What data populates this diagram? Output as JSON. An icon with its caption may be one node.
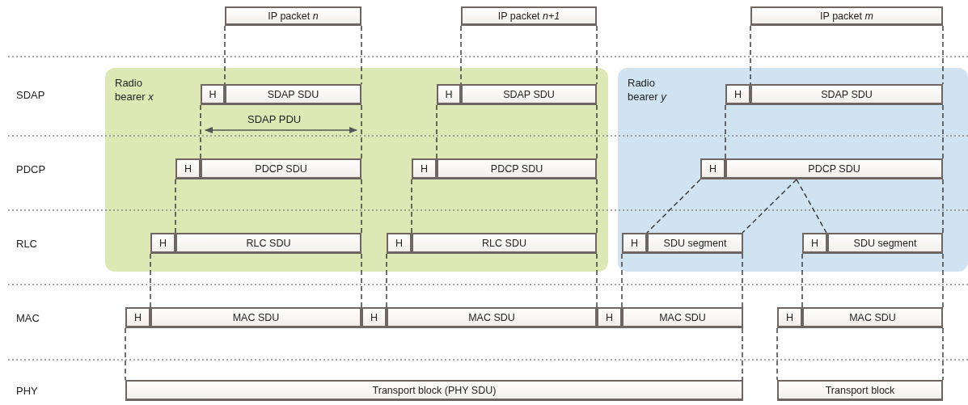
{
  "diagram": {
    "nodes": [
      {
        "text": [
          "IP packet *n*"
        ]
      },
      {
        "text": [
          "IP packet *n+1*"
        ]
      },
      {
        "text": [
          "IP packet *m*"
        ]
      },
      {
        "text": [
          "Radio bearer *x*"
        ]
      },
      {
        "text": [
          "Radio bearer *y*"
        ]
      },
      {
        "text": [
          "H"
        ],
        "in": 3
      },
      {
        "text": [
          "SDAP SDU"
        ],
        "in": 3
      },
      {
        "text": [
          "H"
        ],
        "in": 3
      },
      {
        "text": [
          "SDAP SDU"
        ],
        "in": 3
      },
      {
        "text": [
          "H"
        ],
        "in": 4
      },
      {
        "text": [
          "SDAP SDU"
        ],
        "in": 4
      },
      {
        "text": [
          "H"
        ],
        "in": 3
      },
      {
        "text": [
          "PDCP SDU"
        ],
        "in": 3
      },
      {
        "text": [
          "H"
        ],
        "in": 3
      },
      {
        "text": [
          "PDCP SDU"
        ],
        "in": 3
      },
      {
        "text": [
          "H"
        ],
        "in": 4
      },
      {
        "text": [
          "PDCP SDU"
        ],
        "in": 4
      },
      {
        "text": [
          "H"
        ],
        "in": 3
      },
      {
        "text": [
          "RLC SDU"
        ],
        "in": 3
      },
      {
        "text": [
          "H"
        ],
        "in": 3
      },
      {
        "text": [
          "RLC SDU"
        ],
        "in": 3
      },
      {
        "text": [
          "H"
        ],
        "in": 4
      },
      {
        "text": [
          "SDU segment"
        ],
        "in": 4
      },
      {
        "text": [
          "H"
        ],
        "in": 4
      },
      {
        "text": [
          "SDU segment"
        ],
        "in": 4
      },
      {
        "text": [
          "H"
        ]
      },
      {
        "text": [
          "MAC SDU"
        ]
      },
      {
        "text": [
          "H"
        ]
      },
      {
        "text": [
          "MAC SDU"
        ]
      },
      {
        "text": [
          "H"
        ]
      },
      {
        "text": [
          "MAC SDU"
        ]
      },
      {
        "text": [
          "H"
        ]
      },
      {
        "text": [
          "MAC SDU"
        ]
      },
      {
        "text": [
          "Transport block (PHY SDU)"
        ]
      },
      {
        "text": [
          "Transport block"
        ]
      }
    ],
    "edges": [
      {
        "from": 0,
        "to": 6,
        "arrow": "none",
        "style": "dashed"
      },
      {
        "from": 0,
        "to": 6,
        "arrow": "none",
        "style": "dashed"
      },
      {
        "from": 1,
        "to": 8,
        "arrow": "none",
        "style": "dashed"
      },
      {
        "from": 1,
        "to": 8,
        "arrow": "none",
        "style": "dashed"
      },
      {
        "from": 2,
        "to": 10,
        "arrow": "none",
        "style": "dashed"
      },
      {
        "from": 2,
        "to": 10,
        "arrow": "none",
        "style": "dashed"
      },
      {
        "from": 5,
        "to": 12,
        "arrow": "none",
        "style": "dashed"
      },
      {
        "from": 6,
        "to": 12,
        "arrow": "none",
        "style": "dashed"
      },
      {
        "from": 7,
        "to": 14,
        "arrow": "none",
        "style": "dashed"
      },
      {
        "from": 8,
        "to": 14,
        "arrow": "none",
        "style": "dashed"
      },
      {
        "from": 9,
        "to": 16,
        "arrow": "none",
        "style": "dashed"
      },
      {
        "from": 10,
        "to": 16,
        "arrow": "none",
        "style": "dashed"
      },
      {
        "from": 11,
        "to": 18,
        "arrow": "none",
        "style": "dashed"
      },
      {
        "from": 12,
        "to": 18,
        "arrow": "none",
        "style": "dashed"
      },
      {
        "from": 13,
        "to": 20,
        "arrow": "none",
        "style": "dashed"
      },
      {
        "from": 14,
        "to": 20,
        "arrow": "none",
        "style": "dashed"
      },
      {
        "from": 15,
        "to": 22,
        "arrow": "none",
        "style": "dashed"
      },
      {
        "from": 16,
        "to": 22,
        "arrow": "none",
        "style": "dashed"
      },
      {
        "from": 16,
        "to": 24,
        "arrow": "none",
        "style": "dashed"
      },
      {
        "from": 16,
        "to": 24,
        "arrow": "none",
        "style": "dashed"
      },
      {
        "from": 17,
        "to": 26,
        "arrow": "none",
        "style": "dashed"
      },
      {
        "from": 18,
        "to": 26,
        "arrow": "none",
        "style": "dashed"
      },
      {
        "from": 19,
        "to": 28,
        "arrow": "none",
        "style": "dashed"
      },
      {
        "from": 20,
        "to": 28,
        "arrow": "none",
        "style": "dashed"
      },
      {
        "from": 21,
        "to": 30,
        "arrow": "none",
        "style": "dashed"
      },
      {
        "from": 22,
        "to": 30,
        "arrow": "none",
        "style": "dashed"
      },
      {
        "from": 23,
        "to": 32,
        "arrow": "none",
        "style": "dashed"
      },
      {
        "from": 24,
        "to": 32,
        "arrow": "none",
        "style": "dashed"
      },
      {
        "from": 25,
        "to": 33,
        "arrow": "none",
        "style": "dashed"
      },
      {
        "from": 30,
        "to": 33,
        "arrow": "none",
        "style": "dashed"
      },
      {
        "from": 31,
        "to": 34,
        "arrow": "none",
        "style": "dashed"
      },
      {
        "from": 32,
        "to": 34,
        "arrow": "none",
        "style": "dashed"
      }
    ],
    "labels": [
      "SDAP",
      "SDAP PDU",
      "PDCP",
      "RLC",
      "MAC",
      "PHY"
    ]
  }
}
